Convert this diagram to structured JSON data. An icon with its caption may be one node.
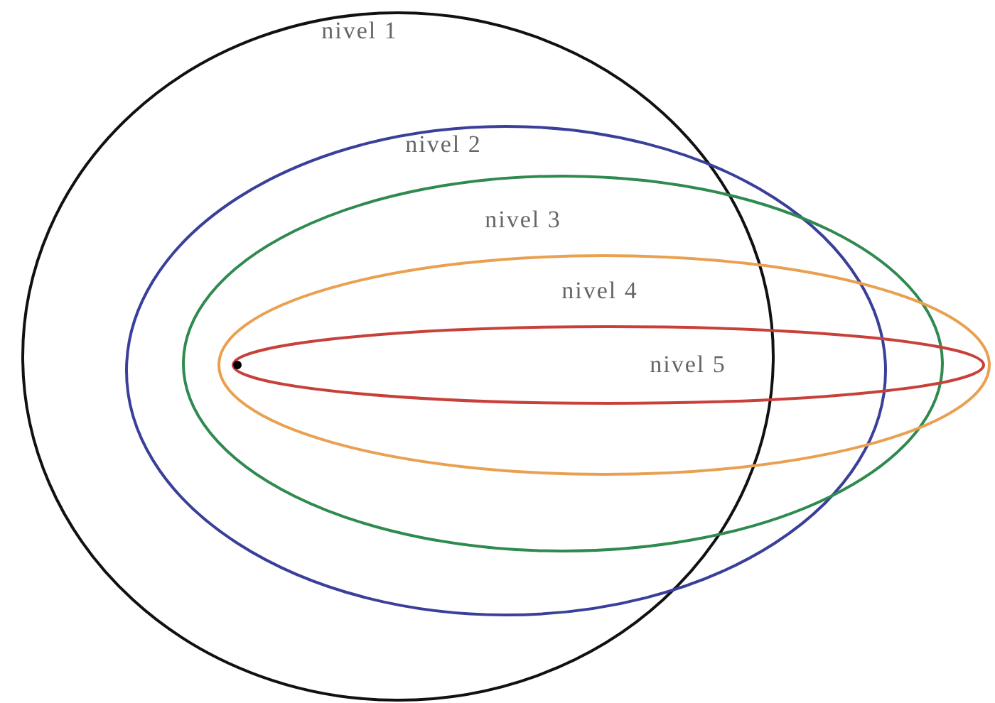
{
  "diagram": {
    "nodes": [
      {
        "text": [
          "nivel 1"
        ]
      },
      {
        "text": [
          "nivel 2"
        ]
      },
      {
        "text": [
          "nivel 3"
        ]
      },
      {
        "text": [
          "nivel 4"
        ]
      },
      {
        "text": [
          "nivel 5"
        ],
        "in": 3
      }
    ]
  }
}
